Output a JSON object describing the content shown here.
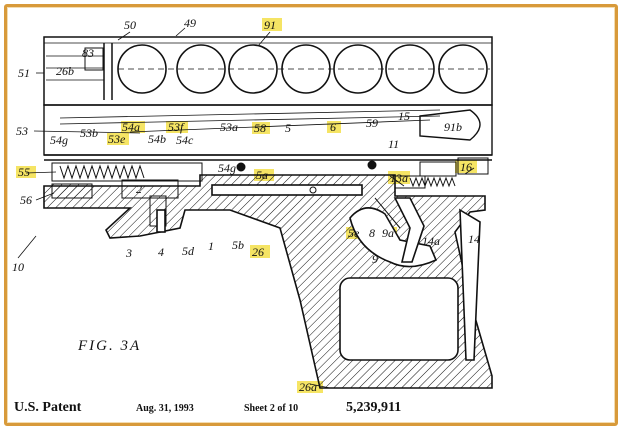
{
  "colors": {
    "border": "#d89a3a",
    "highlight": "#f4e04a",
    "ink": "#111111"
  },
  "figure": {
    "caption": "FIG. 3A",
    "labels": {
      "l50": "50",
      "l49": "49",
      "l91": "91",
      "l51": "51",
      "l26b": "26b",
      "l83": "83",
      "l53": "53",
      "l53a": "53a",
      "l58": "58",
      "l5": "5",
      "l6": "6",
      "l59": "59",
      "l15": "15",
      "l91b": "91b",
      "l54g1": "54g",
      "l53b": "53b",
      "l53e": "53e",
      "l54a": "54a",
      "l54b": "54b",
      "l53f": "53f",
      "l54c": "54c",
      "l11": "11",
      "l16": "16",
      "l55": "55",
      "l2": "2",
      "l54g2": "54g",
      "l5a": "5a",
      "l13a": "13a",
      "l56": "56",
      "l10": "10",
      "l3": "3",
      "l4": "4",
      "l5d": "5d",
      "l1": "1",
      "l5b": "5b",
      "l26": "26",
      "l5e": "5e",
      "l8": "8",
      "l9a": "9a",
      "l14a": "14a",
      "l14": "14",
      "l9": "9",
      "l26a": "26a"
    }
  },
  "footer": {
    "patent": "U.S. Patent",
    "date": "Aug. 31, 1993",
    "sheet": "Sheet 2 of 10",
    "number": "5,239,911"
  }
}
